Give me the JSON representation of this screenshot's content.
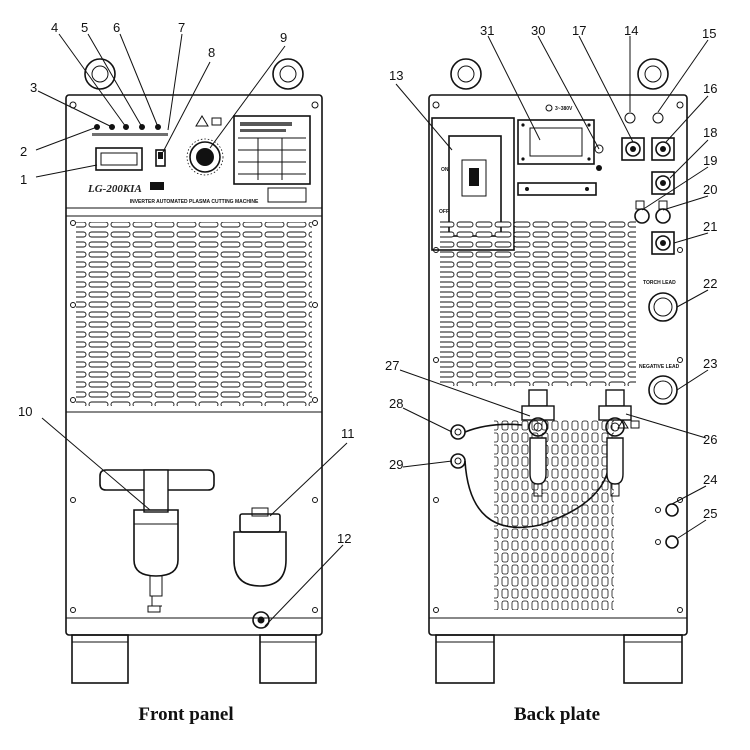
{
  "captions": {
    "front": "Front panel",
    "back": "Back plate"
  },
  "front_panel": {
    "model": "LG-200KIA",
    "subtitle": "INVERTER AUTOMATED PLASMA CUTTING MACHINE",
    "callouts": [
      "1",
      "2",
      "3",
      "4",
      "5",
      "6",
      "7",
      "8",
      "9",
      "10",
      "11",
      "12"
    ]
  },
  "back_plate": {
    "voltage": "3~380V",
    "switch_on": "ON",
    "switch_off": "OFF",
    "torch_lead": "TORCH LEAD",
    "negative_lead": "NEGATIVE LEAD",
    "callouts": [
      "13",
      "14",
      "15",
      "16",
      "17",
      "18",
      "19",
      "20",
      "21",
      "22",
      "23",
      "24",
      "25",
      "26",
      "27",
      "28",
      "29",
      "30",
      "31"
    ]
  }
}
